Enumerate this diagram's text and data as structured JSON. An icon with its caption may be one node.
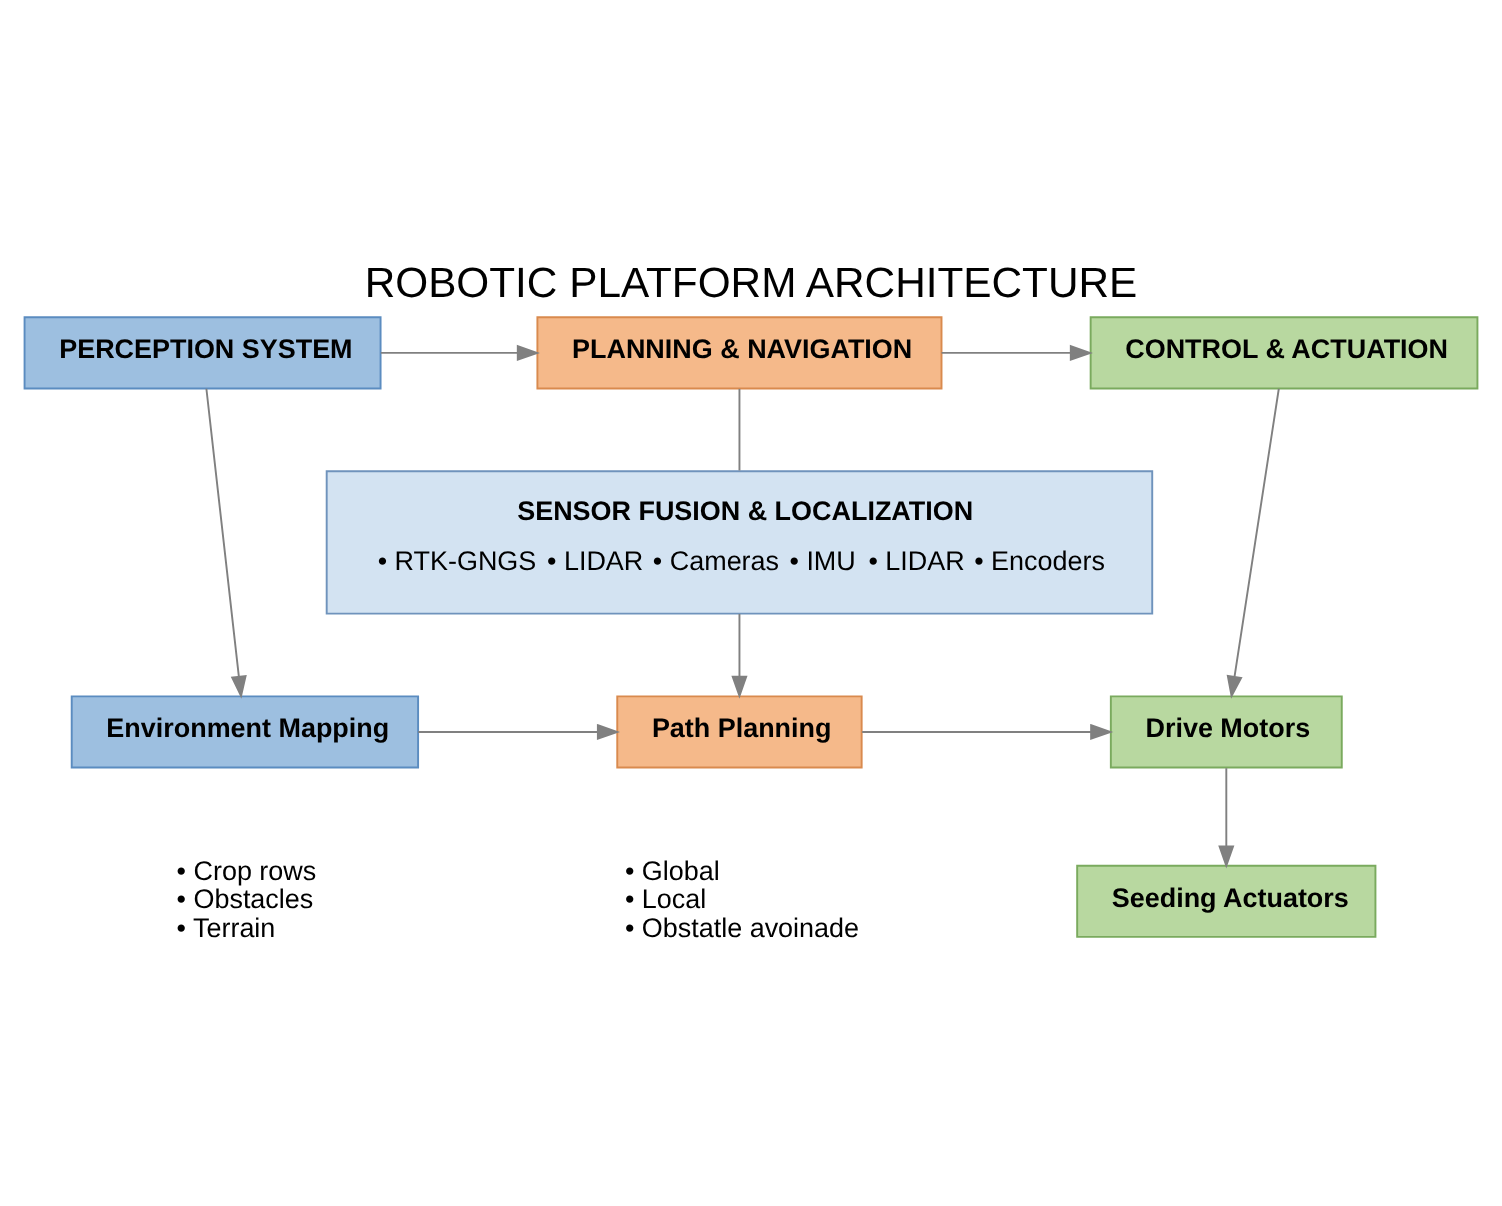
{
  "diagram": {
    "title": "ROBOTIC PLATFORM ARCHITECTURE",
    "nodes": [
      {
        "text": [
          "PERCEPTION SYSTEM"
        ]
      },
      {
        "text": [
          "PLANNING & NAVIGATION"
        ]
      },
      {
        "text": [
          "CONTROL & ACTUATION"
        ]
      },
      {
        "text": [
          "SENSOR FUSION & LOCALIZATION",
          "• RTK-GNGS",
          "• LIDAR",
          "• Cameras",
          "• IMU",
          "• LIDAR",
          "• Encoders"
        ]
      },
      {
        "text": [
          "Environment Mapping"
        ],
        "beside": [
          "• Crop rows",
          "• Obstacles",
          "• Terrain"
        ]
      },
      {
        "text": [
          "Path Planning"
        ],
        "beside": [
          "• Global",
          "• Local",
          "• Obstatle avoinade"
        ]
      },
      {
        "text": [
          "Drive Motors"
        ]
      },
      {
        "text": [
          "Seeding Actuators"
        ]
      }
    ],
    "edges": [
      {
        "from": 0,
        "to": 1,
        "arrow": "to"
      },
      {
        "from": 1,
        "to": 2,
        "arrow": "to"
      },
      {
        "from": 0,
        "to": 4,
        "arrow": "to"
      },
      {
        "from": 1,
        "to": 3,
        "arrow": "none"
      },
      {
        "from": 3,
        "to": 5,
        "arrow": "to"
      },
      {
        "from": 2,
        "to": 6,
        "arrow": "to"
      },
      {
        "from": 4,
        "to": 5,
        "arrow": "to"
      },
      {
        "from": 5,
        "to": 6,
        "arrow": "to"
      },
      {
        "from": 6,
        "to": 7,
        "arrow": "to"
      }
    ]
  }
}
